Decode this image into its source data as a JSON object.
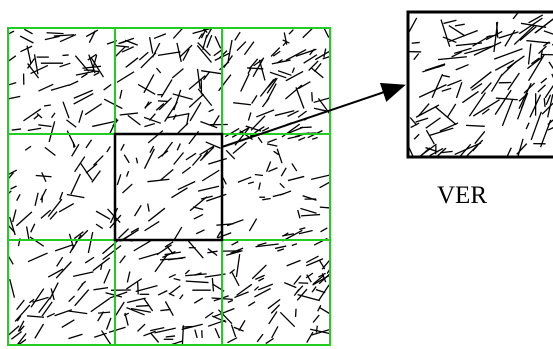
{
  "figure": {
    "grid": {
      "rows": 3,
      "cols": 3,
      "line_color": "#22cc22"
    },
    "selected_cell": {
      "row": 1,
      "col": 1,
      "border_color": "#000000"
    },
    "zoom_panel": {
      "label": "VER",
      "border_color": "#000000"
    },
    "arrow": {
      "color": "#000000"
    },
    "texture": {
      "stroke_color": "#000000",
      "description_icon": "random-line-texture"
    }
  }
}
